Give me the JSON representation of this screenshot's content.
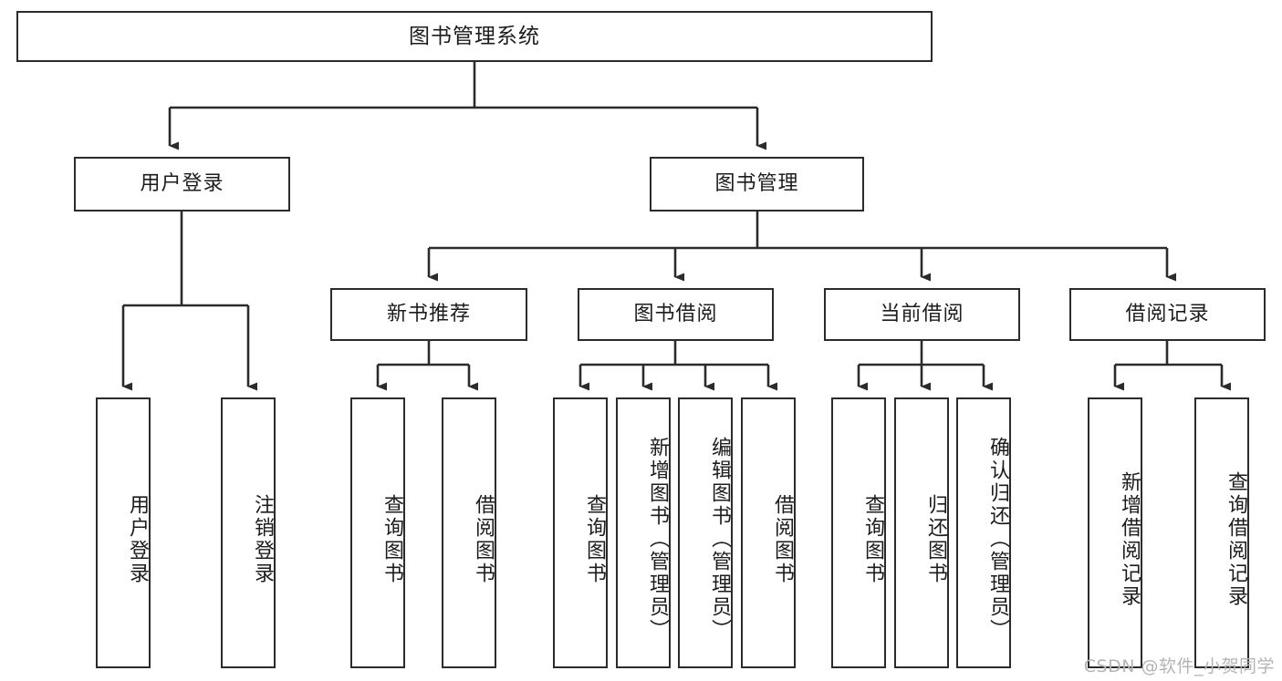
{
  "diagram": {
    "title": "图书管理系统",
    "type": "functional-structure-tree",
    "levels": 4
  },
  "nodes": {
    "root": {
      "label": "图书管理系统"
    },
    "level2": [
      {
        "id": "user-login",
        "label": "用户登录"
      },
      {
        "id": "book-management",
        "label": "图书管理"
      }
    ],
    "level3": [
      {
        "id": "new-book-recommend",
        "label": "新书推荐"
      },
      {
        "id": "book-borrow",
        "label": "图书借阅"
      },
      {
        "id": "current-borrow",
        "label": "当前借阅"
      },
      {
        "id": "borrow-record",
        "label": "借阅记录"
      }
    ],
    "leaves": {
      "user_login": [
        {
          "id": "leaf-user-login",
          "label": "用户登录"
        },
        {
          "id": "leaf-user-logout",
          "label": "注销登录"
        }
      ],
      "new_book_recommend": [
        {
          "id": "leaf-query-book-1",
          "label": "查询图书"
        },
        {
          "id": "leaf-borrow-book-1",
          "label": "借阅图书"
        }
      ],
      "book_borrow": [
        {
          "id": "leaf-query-book-2",
          "label": "查询图书"
        },
        {
          "id": "leaf-add-book",
          "label": "新增图书（管理员）"
        },
        {
          "id": "leaf-edit-book",
          "label": "编辑图书（管理员）"
        },
        {
          "id": "leaf-borrow-book-2",
          "label": "借阅图书"
        }
      ],
      "current_borrow": [
        {
          "id": "leaf-query-book-3",
          "label": "查询图书"
        },
        {
          "id": "leaf-return-book",
          "label": "归还图书"
        },
        {
          "id": "leaf-confirm-return",
          "label": "确认归还（管理员）"
        }
      ],
      "borrow_record": [
        {
          "id": "leaf-add-record",
          "label": "新增借阅记录"
        },
        {
          "id": "leaf-query-record",
          "label": "查询借阅记录"
        }
      ]
    }
  },
  "watermark": {
    "text": "CSDN @软件_小贺同学"
  },
  "colors": {
    "border": "#2b2b2b",
    "text": "#1c1c1c",
    "background": "#ffffff",
    "watermark": "#b4b4b4"
  }
}
